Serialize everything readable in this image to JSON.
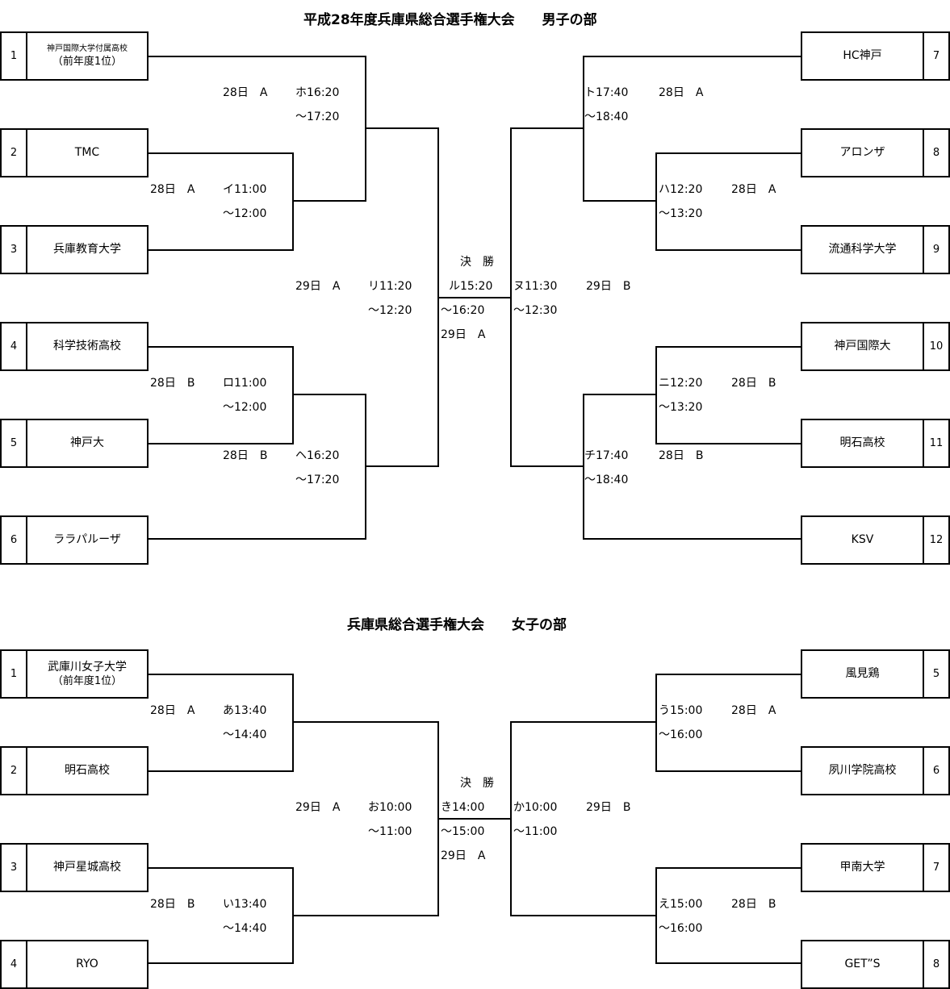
{
  "men": {
    "title": "平成28年度兵庫県総合選手権大会　　男子の部",
    "final_label": "決　勝",
    "left_teams": [
      {
        "seed": "1",
        "name": "神戸国際大学付属高校",
        "note": "（前年度1位）"
      },
      {
        "seed": "2",
        "name": "TMC",
        "note": ""
      },
      {
        "seed": "3",
        "name": "兵庫教育大学",
        "note": ""
      },
      {
        "seed": "4",
        "name": "科学技術高校",
        "note": ""
      },
      {
        "seed": "5",
        "name": "神戸大",
        "note": ""
      },
      {
        "seed": "6",
        "name": "ララパルーザ",
        "note": ""
      }
    ],
    "right_teams": [
      {
        "seed": "7",
        "name": "HC神戸"
      },
      {
        "seed": "8",
        "name": "アロンザ"
      },
      {
        "seed": "9",
        "name": "流通科学大学"
      },
      {
        "seed": "10",
        "name": "神戸国際大"
      },
      {
        "seed": "11",
        "name": "明石高校"
      },
      {
        "seed": "12",
        "name": "KSV"
      }
    ],
    "matches": {
      "i_day": "28日　A",
      "i_start": "イ11:00",
      "i_end": "～12:00",
      "ho_day": "28日　A",
      "ho_start": "ホ16:20",
      "ho_end": "～17:20",
      "ro_day": "28日　B",
      "ro_start": "ロ11:00",
      "ro_end": "～12:00",
      "he_day": "28日　B",
      "he_start": "ヘ16:20",
      "he_end": "～17:20",
      "ri_day": "29日　A",
      "ri_start": "リ11:20",
      "ri_end": "～12:20",
      "ha_day": "28日　A",
      "ha_start": "ハ12:20",
      "ha_end": "～13:20",
      "to_day": "28日　A",
      "to_start": "ト17:40",
      "to_end": "～18:40",
      "ni_day": "28日　B",
      "ni_start": "ニ12:20",
      "ni_end": "～13:20",
      "chi_day": "28日　B",
      "chi_start": "チ17:40",
      "chi_end": "～18:40",
      "nu_day": "29日　B",
      "nu_start": "ヌ11:30",
      "nu_end": "～12:30",
      "ru_start": "ル15:20",
      "ru_end": "～16:20",
      "ru_day": "29日　A"
    }
  },
  "women": {
    "title": "兵庫県総合選手権大会　　女子の部",
    "final_label": "決　勝",
    "left_teams": [
      {
        "seed": "1",
        "name": "武庫川女子大学",
        "note": "（前年度1位）"
      },
      {
        "seed": "2",
        "name": "明石高校",
        "note": ""
      },
      {
        "seed": "3",
        "name": "神戸星城高校",
        "note": ""
      },
      {
        "seed": "4",
        "name": "RYO",
        "note": ""
      }
    ],
    "right_teams": [
      {
        "seed": "5",
        "name": "風見鶏"
      },
      {
        "seed": "6",
        "name": "夙川学院高校"
      },
      {
        "seed": "7",
        "name": "甲南大学"
      },
      {
        "seed": "8",
        "name": "GET”S"
      }
    ],
    "matches": {
      "a_day": "28日　A",
      "a_start": "あ13:40",
      "a_end": "～14:40",
      "i_day": "28日　B",
      "i_start": "い13:40",
      "i_end": "～14:40",
      "o_day": "29日　A",
      "o_start": "お10:00",
      "o_end": "～11:00",
      "u_day": "28日　A",
      "u_start": "う15:00",
      "u_end": "～16:00",
      "e_day": "28日　B",
      "e_start": "え15:00",
      "e_end": "～16:00",
      "ka_day": "29日　B",
      "ka_start": "か10:00",
      "ka_end": "～11:00",
      "ki_start": "き14:00",
      "ki_end": "～15:00",
      "ki_day": "29日　A"
    }
  }
}
